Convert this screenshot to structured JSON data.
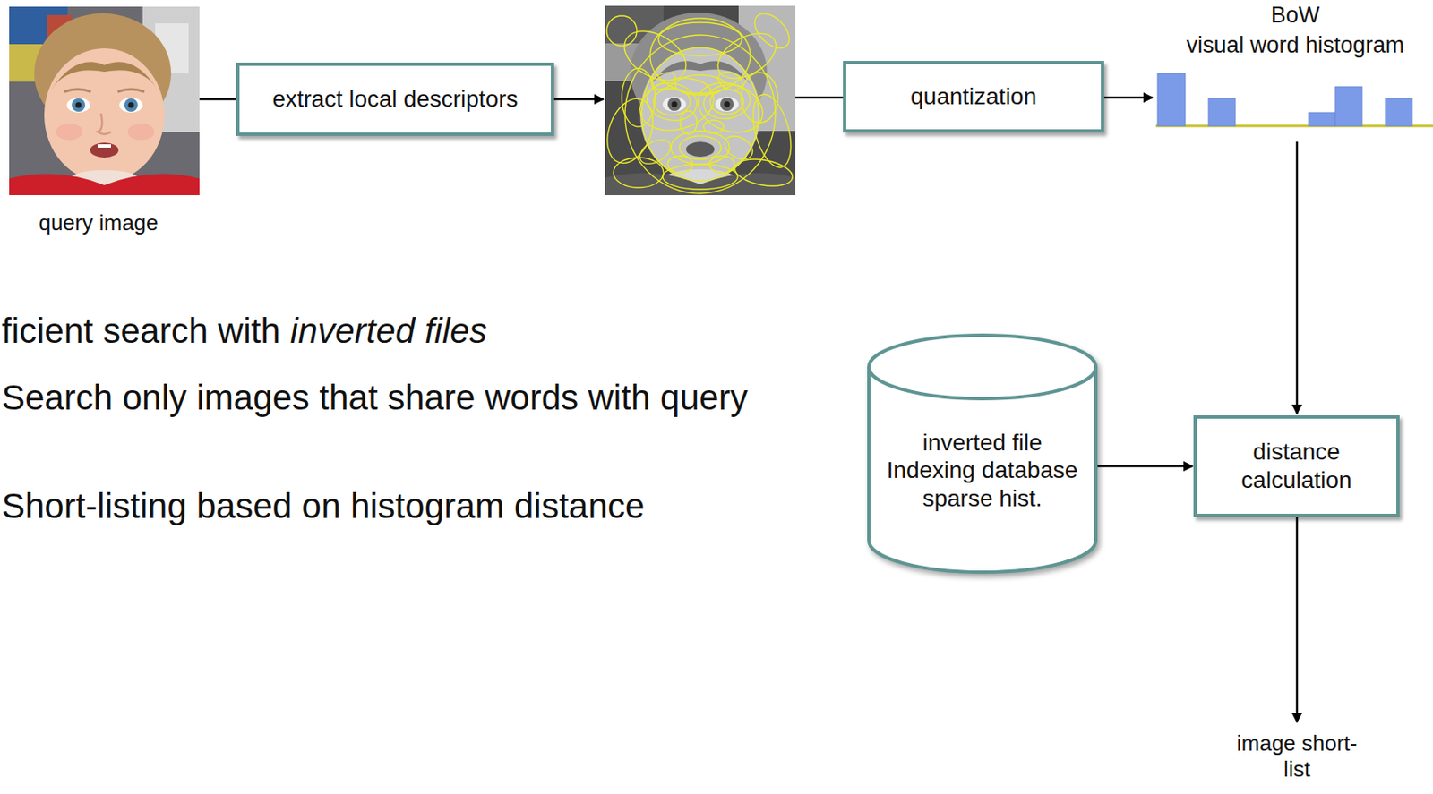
{
  "diagram": {
    "nodes": [
      {
        "text": [
          "extract local descriptors"
        ]
      },
      {
        "text": [
          "quantization"
        ]
      },
      {
        "text": [
          "inverted file Indexing database sparse hist."
        ]
      },
      {
        "text": [
          "distance calculation"
        ]
      }
    ],
    "edges": [
      {
        "from": 2,
        "to": 3,
        "arrow": "to"
      }
    ],
    "labels": [
      "query image",
      "BoW",
      "visual word histogram",
      "ficient search with",
      "inverted files",
      "Search only images that share words with query",
      "Short-listing based on histogram distance",
      "image short-list"
    ]
  }
}
